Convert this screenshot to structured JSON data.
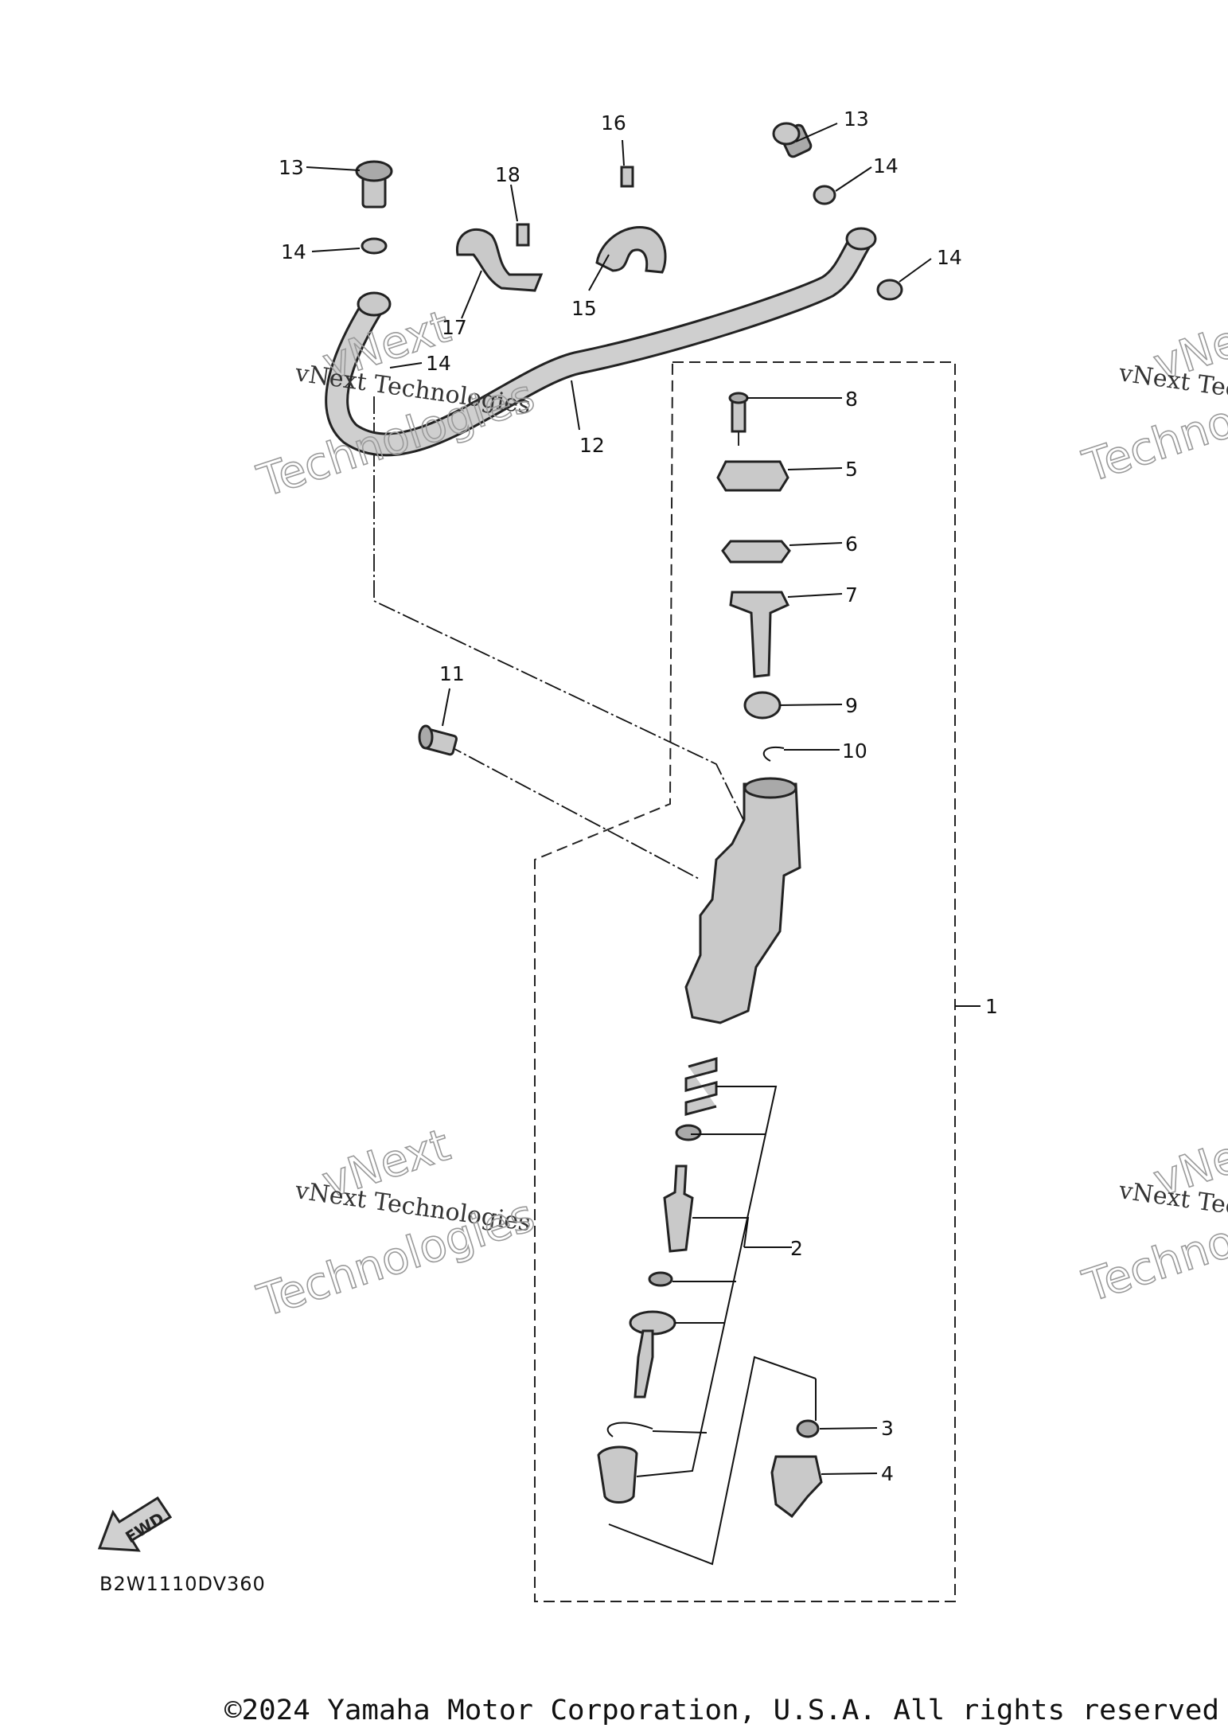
{
  "diagram": {
    "callouts": [
      "1",
      "2",
      "3",
      "4",
      "5",
      "6",
      "7",
      "8",
      "9",
      "10",
      "11",
      "12",
      "13",
      "13",
      "14",
      "14",
      "14",
      "14",
      "15",
      "16",
      "17",
      "18"
    ],
    "direction_badge": "FWD",
    "drawing_code": "B2W1110DV360",
    "watermark": {
      "line1": "vNext Technologies",
      "line2": "vNext",
      "line3": "Technologies",
      "edge_line1": "vNext Tec",
      "edge_line2": "vNe",
      "edge_line3": "Techno"
    },
    "copyright": "©2024 Yamaha Motor Corporation, U.S.A. All rights reserved"
  }
}
